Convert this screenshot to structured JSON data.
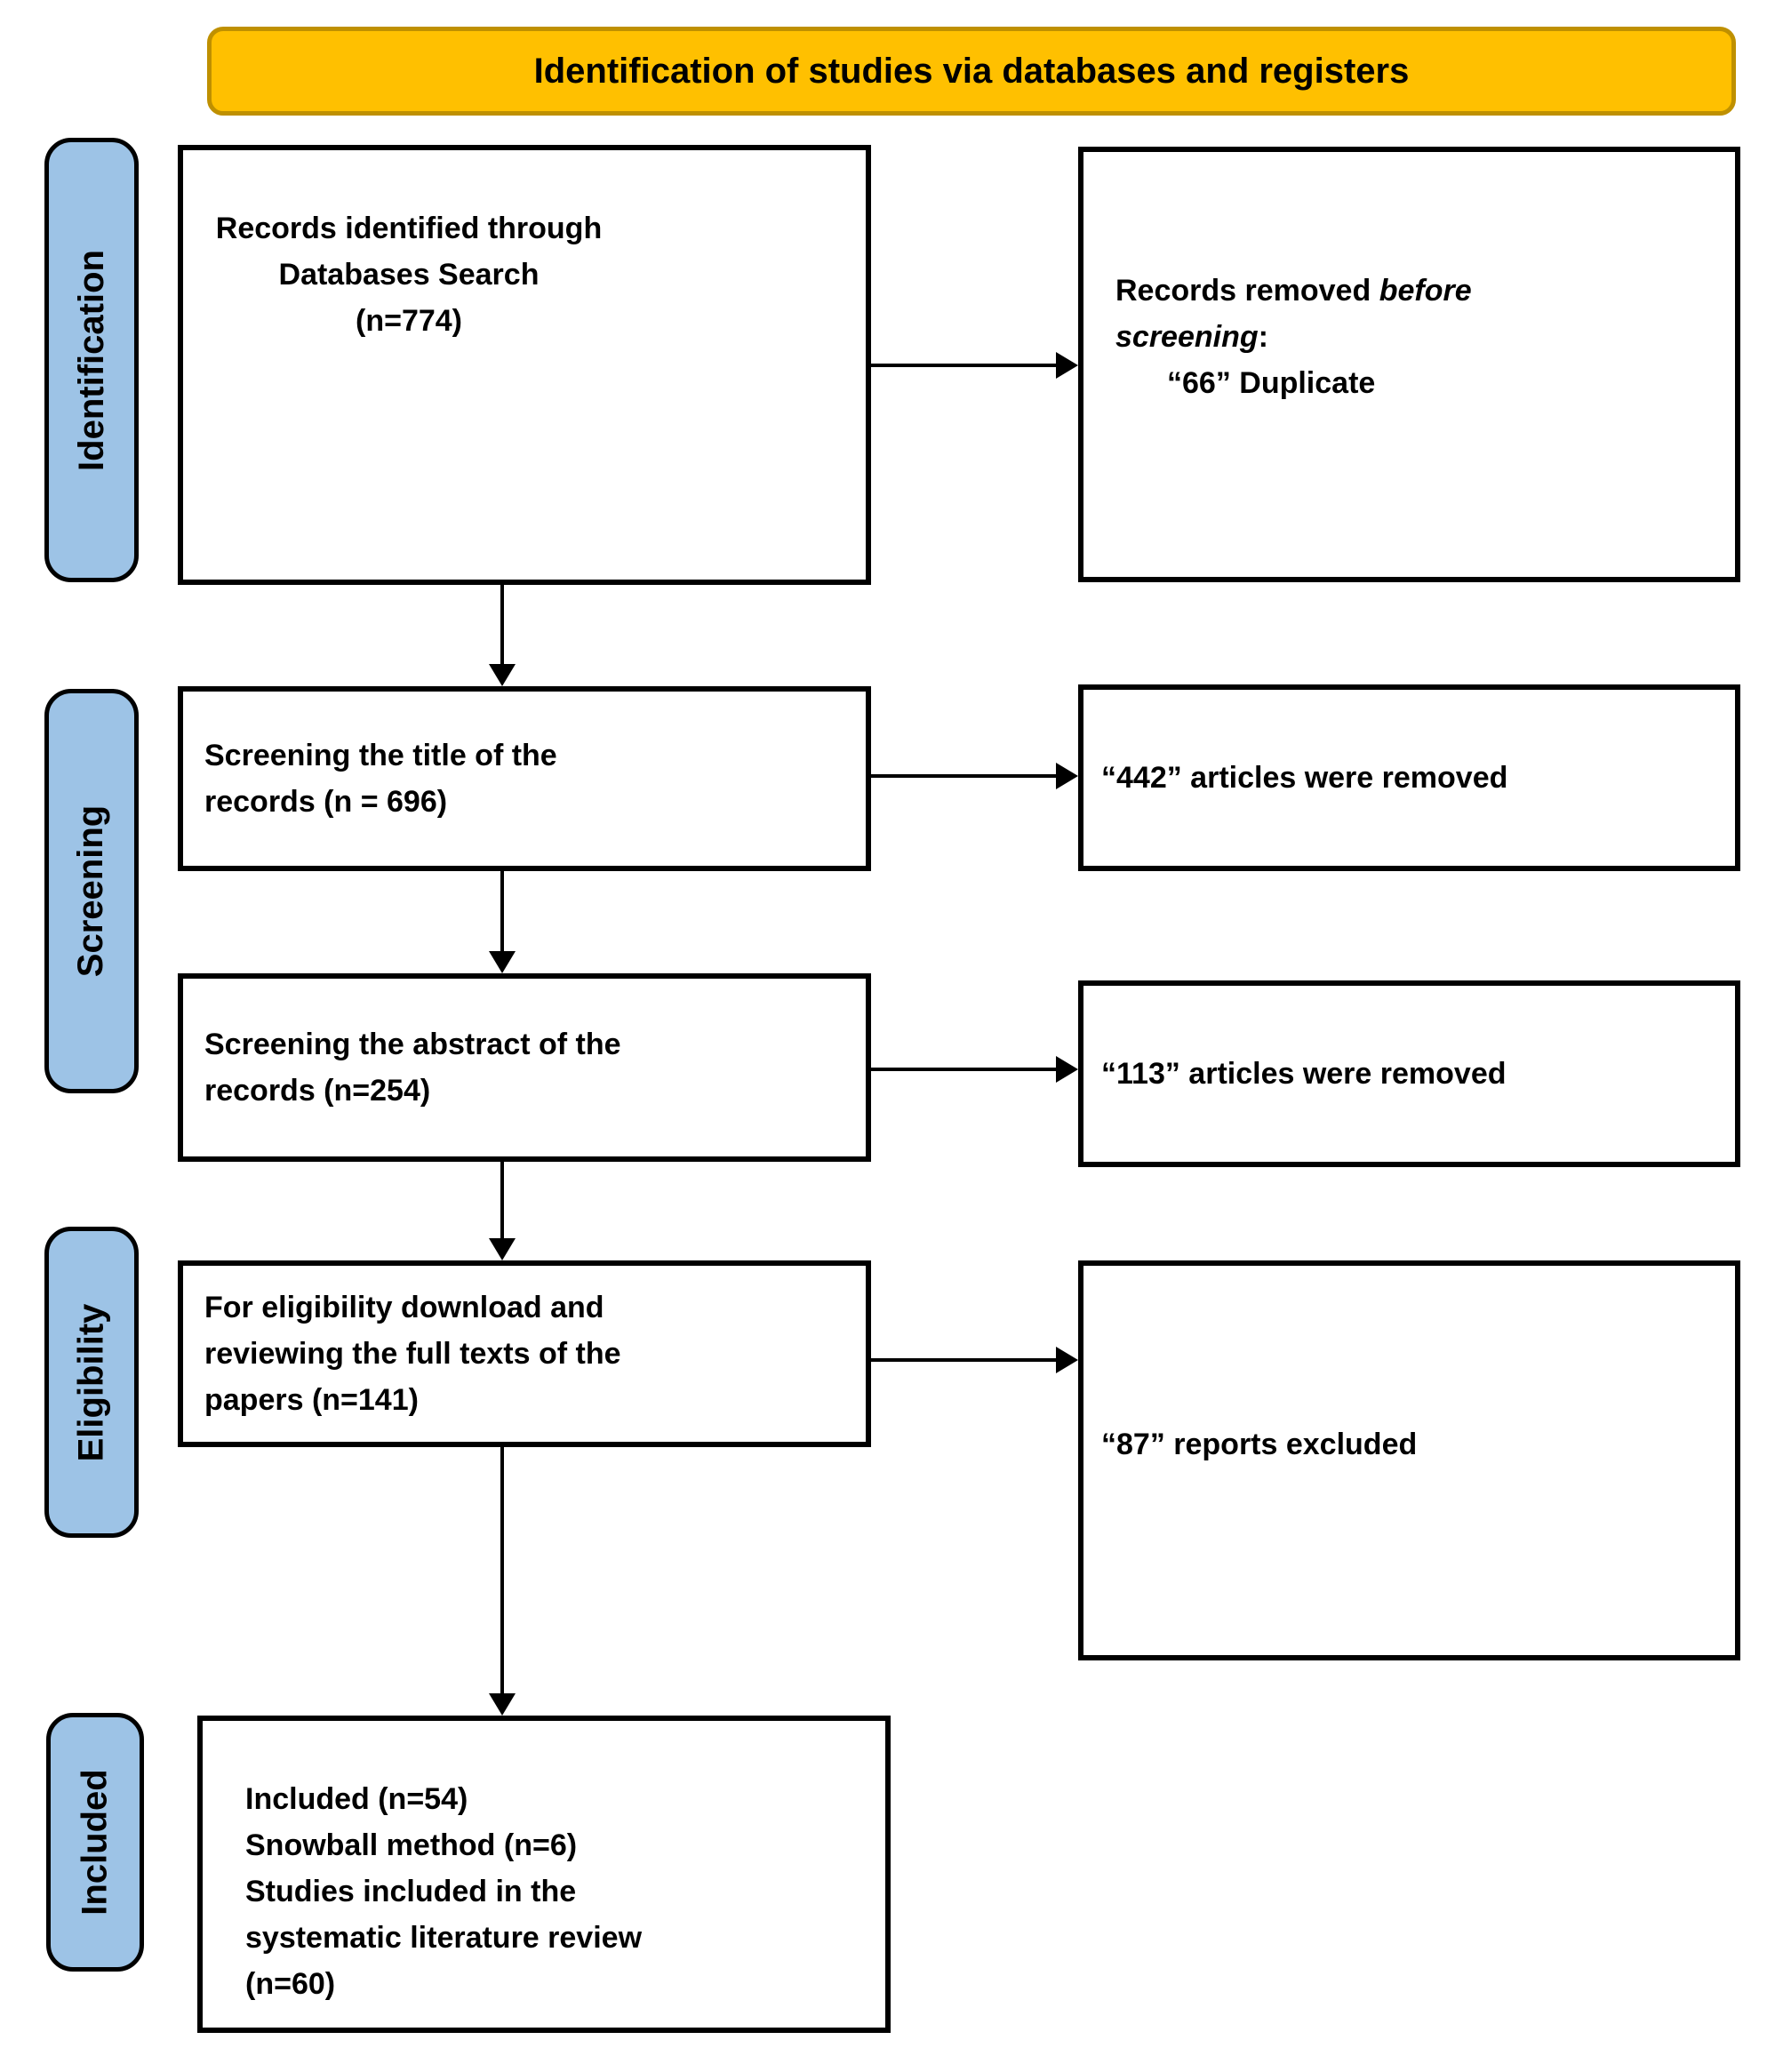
{
  "title_banner": {
    "text": "Identification of studies via databases and registers"
  },
  "stage_labels": {
    "identification": "Identification",
    "screening": "Screening",
    "eligibility": "Eligibility",
    "included": "Included"
  },
  "boxes": {
    "records_identified": {
      "lines": [
        "Records identified through",
        "Databases Search",
        "(n=774)"
      ]
    },
    "records_removed": {
      "line1_prefix": "Records removed",
      "line1_italic": "before",
      "line2_italic": "screening",
      "line2_suffix": ":",
      "line3": "“66” Duplicate"
    },
    "screening_title": {
      "lines": [
        "Screening the title of the",
        "records (n = 696)"
      ]
    },
    "title_removed": {
      "text": "“442” articles were removed"
    },
    "screening_abstract": {
      "lines": [
        "Screening the abstract of the",
        "records (n=254)"
      ]
    },
    "abstract_removed": {
      "text": "“113” articles were removed"
    },
    "eligibility_fulltext": {
      "lines": [
        "For eligibility download and",
        "reviewing the full texts of the",
        "papers (n=141)"
      ]
    },
    "reports_excluded": {
      "text": "“87” reports excluded"
    },
    "included_studies": {
      "lines": [
        "Included (n=54)",
        "Snowball method (n=6)",
        "Studies included in the",
        "systematic literature review",
        "(n=60)"
      ]
    }
  },
  "colors": {
    "banner_fill": "#FFC000",
    "banner_border": "#BF9000",
    "stage_fill": "#9DC3E6",
    "stage_border": "#000000",
    "box_fill": "#FFFFFF",
    "box_border": "#000000",
    "arrow_color": "#000000",
    "text_color": "#000000"
  }
}
